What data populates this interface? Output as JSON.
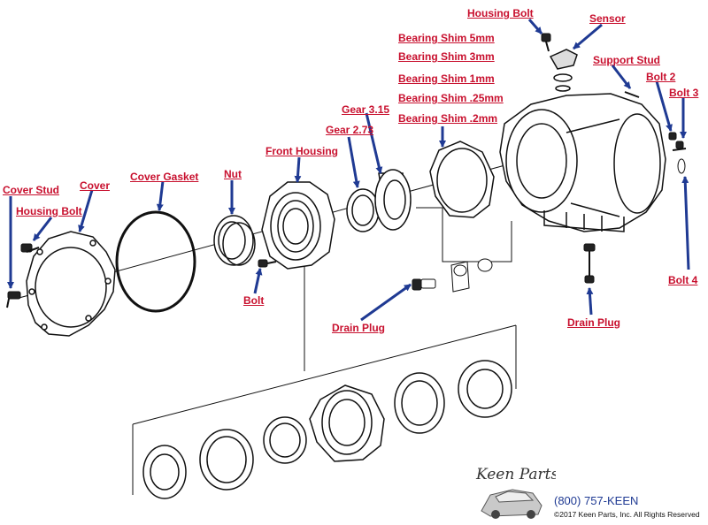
{
  "labels": {
    "housing_bolt_top": "Housing Bolt",
    "sensor": "Sensor",
    "shim_5mm": "Bearing Shim 5mm",
    "shim_3mm": "Bearing Shim 3mm",
    "shim_1mm": "Bearing Shim 1mm",
    "shim_25mm": "Bearing Shim .25mm",
    "shim_2mm": "Bearing Shim .2mm",
    "support_stud": "Support Stud",
    "bolt_2": "Bolt 2",
    "bolt_3": "Bolt 3",
    "bolt_4": "Bolt 4",
    "gear_315": "Gear 3.15",
    "gear_273": "Gear 2.73",
    "front_housing": "Front Housing",
    "nut": "Nut",
    "cover_gasket": "Cover Gasket",
    "cover": "Cover",
    "cover_stud": "Cover Stud",
    "housing_bolt_left": "Housing Bolt",
    "bolt": "Bolt",
    "drain_plug_left": "Drain Plug",
    "drain_plug_right": "Drain Plug"
  },
  "footer": {
    "phone": "(800) 757-KEEN",
    "copyright": "©2017 Keen Parts, Inc. All Rights Reserved",
    "logo_text": "Keen Parts"
  },
  "colors": {
    "label": "#c8102e",
    "arrow": "#1f3a93",
    "line_art": "#111111"
  }
}
